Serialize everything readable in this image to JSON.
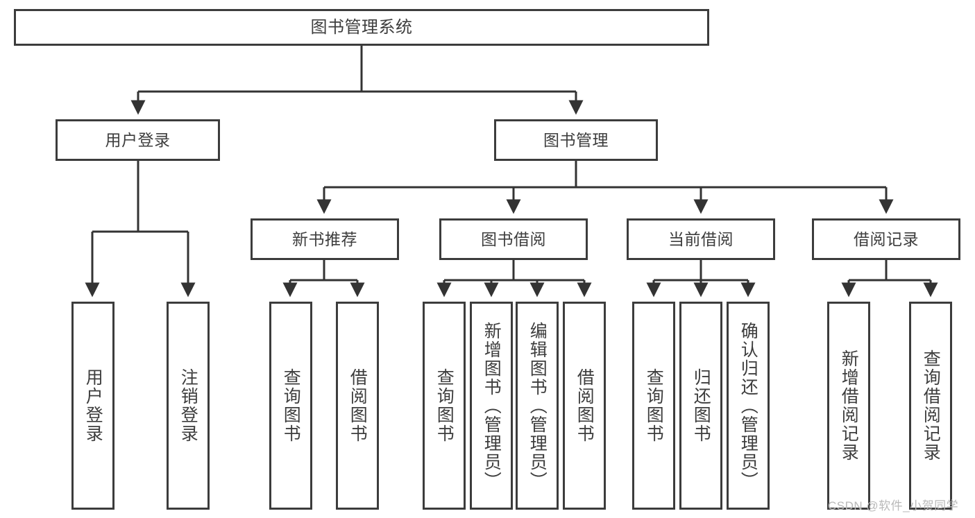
{
  "diagram": {
    "title": "图书管理系统",
    "type": "hierarchy-tree",
    "orientation": "top-down",
    "colors": {
      "box_border": "#3c3c3c",
      "box_fill": "#ffffff",
      "connector": "#333333",
      "text": "#3d3d3d",
      "watermark": "#b9b9b9",
      "background": "#ffffff"
    }
  },
  "root": {
    "id": "root",
    "label": "图书管理系统"
  },
  "level1": [
    {
      "id": "user-login",
      "label": "用户登录"
    },
    {
      "id": "book-manage",
      "label": "图书管理"
    }
  ],
  "level2": [
    {
      "id": "new-book-recommend",
      "label": "新书推荐",
      "parent": "book-manage"
    },
    {
      "id": "book-borrow",
      "label": "图书借阅",
      "parent": "book-manage"
    },
    {
      "id": "current-borrow",
      "label": "当前借阅",
      "parent": "book-manage"
    },
    {
      "id": "borrow-record",
      "label": "借阅记录",
      "parent": "book-manage"
    }
  ],
  "leaves": [
    {
      "id": "leaf-user-login",
      "label": "用户登录",
      "parent": "user-login"
    },
    {
      "id": "leaf-logout-login",
      "label": "注销登录",
      "parent": "user-login"
    },
    {
      "id": "leaf-query-book-1",
      "label": "查询图书",
      "parent": "new-book-recommend"
    },
    {
      "id": "leaf-borrow-book-1",
      "label": "借阅图书",
      "parent": "new-book-recommend"
    },
    {
      "id": "leaf-query-book-2",
      "label": "查询图书",
      "parent": "book-borrow"
    },
    {
      "id": "leaf-add-book",
      "label": "新增图书（管理员）",
      "parent": "book-borrow"
    },
    {
      "id": "leaf-edit-book",
      "label": "编辑图书（管理员）",
      "parent": "book-borrow"
    },
    {
      "id": "leaf-borrow-book-2",
      "label": "借阅图书",
      "parent": "book-borrow"
    },
    {
      "id": "leaf-query-book-3",
      "label": "查询图书",
      "parent": "current-borrow"
    },
    {
      "id": "leaf-return-book",
      "label": "归还图书",
      "parent": "current-borrow"
    },
    {
      "id": "leaf-confirm-return",
      "label": "确认归还（管理员）",
      "parent": "current-borrow"
    },
    {
      "id": "leaf-add-record",
      "label": "新增借阅记录",
      "parent": "borrow-record"
    },
    {
      "id": "leaf-query-record",
      "label": "查询借阅记录",
      "parent": "borrow-record"
    }
  ],
  "watermark": {
    "text": "CSDN @软件_小贺同学"
  }
}
